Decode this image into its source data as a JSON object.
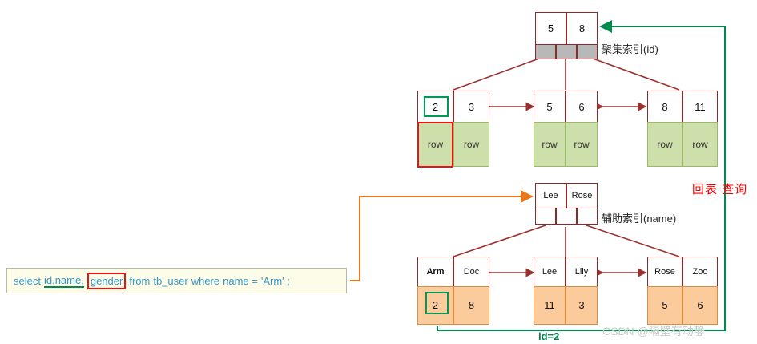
{
  "diagram": {
    "title": "InnoDB clustered index and secondary index lookup (回表)",
    "colors": {
      "node_border": "#8c2a2a",
      "pointer_fill": "#b8b8b8",
      "clustered_data_fill": "#cddfab",
      "secondary_data_fill": "#fbcb9b",
      "highlight_green": "#009957",
      "highlight_red": "#ee1111",
      "arrow_green": "#008a4e",
      "arrow_orange": "#e8761a",
      "arrow_dark_red": "#9c3030",
      "sql_text": "#3399cc",
      "sql_bg": "#fdfce8"
    }
  },
  "clustered_index": {
    "label": "聚集索引(id)",
    "root": {
      "keys": [
        "5",
        "8"
      ],
      "pointers": 3
    },
    "leaves": [
      {
        "keys": [
          "2",
          "3"
        ],
        "data": [
          "row",
          "row"
        ]
      },
      {
        "keys": [
          "5",
          "6"
        ],
        "data": [
          "row",
          "row"
        ]
      },
      {
        "keys": [
          "8",
          "11"
        ],
        "data": [
          "row",
          "row"
        ]
      }
    ]
  },
  "secondary_index": {
    "label": "辅助索引(name)",
    "root": {
      "keys": [
        "Lee",
        "Rose"
      ],
      "pointers": 3
    },
    "leaves": [
      {
        "keys": [
          "Arm",
          "Doc"
        ],
        "data": [
          "2",
          "8"
        ]
      },
      {
        "keys": [
          "Lee",
          "Lily"
        ],
        "data": [
          "11",
          "3"
        ]
      },
      {
        "keys": [
          "Rose",
          "Zoo"
        ],
        "data": [
          "5",
          "6"
        ]
      }
    ]
  },
  "annotations": {
    "lookup_back": "回表 查询",
    "id_edge": "id=2"
  },
  "sql": {
    "tokens": [
      "select",
      "id,name,",
      "gender",
      "from",
      "tb_user",
      "where",
      "name =",
      "'Arm' ;"
    ],
    "select_keyword": "select",
    "covered_columns": "id,name,",
    "uncovered_column": "gender",
    "from_keyword": "from",
    "table": "tb_user",
    "where_keyword": "where",
    "predicate_column": "name =",
    "predicate_value": "'Arm' ;"
  },
  "watermark": {
    "text": "CSDN @隔壁有动静"
  }
}
